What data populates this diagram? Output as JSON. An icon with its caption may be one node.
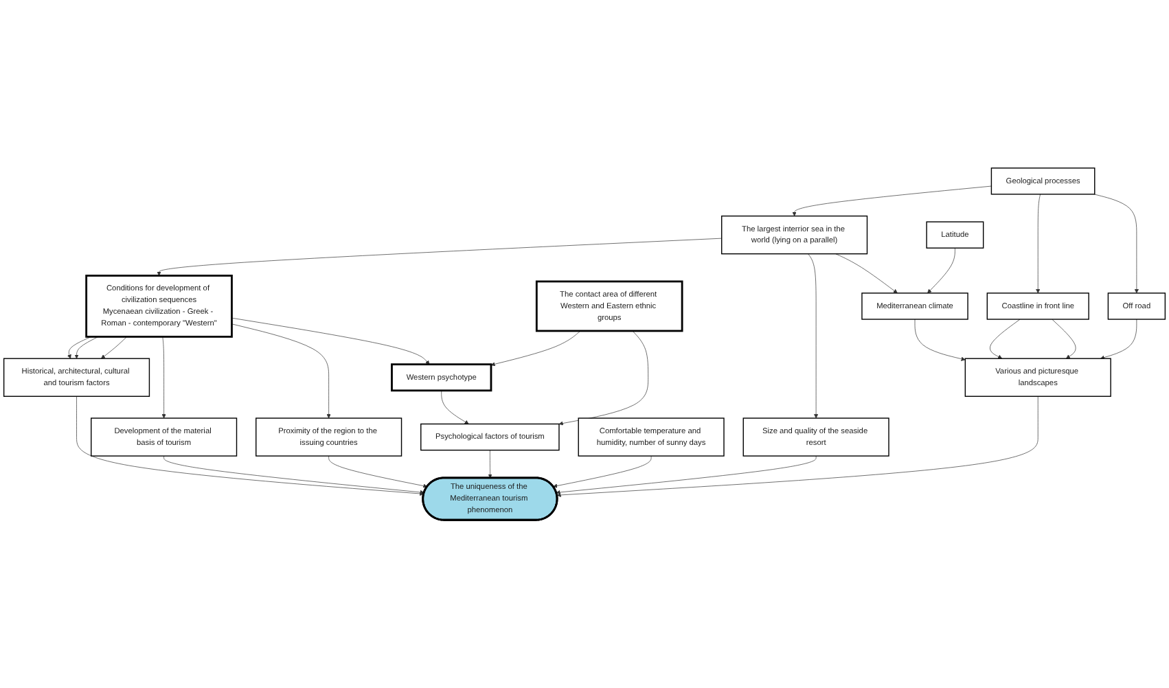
{
  "diagram": {
    "nodes": [
      {
        "text": [
          "Conditions for development of civilization sequences",
          "Mycenaean civilization - Greek - Roman - contemporary \"Western\""
        ]
      },
      {
        "text": [
          "Western psychotype"
        ]
      },
      {
        "text": [
          "The contact area of different Western and Eastern ethnic groups"
        ]
      },
      {
        "text": [
          "Historical, architectural, cultural and tourism factors"
        ]
      },
      {
        "text": [
          "Development of the material basis of tourism"
        ]
      },
      {
        "text": [
          "Proximity of the region to the issuing countries"
        ]
      },
      {
        "text": [
          "Psychological factors of tourism"
        ]
      },
      {
        "text": [
          "The uniqueness of the Mediterranean tourism phenomenon"
        ]
      },
      {
        "text": [
          "Various and picturesque landscapes"
        ]
      },
      {
        "text": [
          "Size and quality of the seaside resort"
        ]
      },
      {
        "text": [
          "Comfortable temperature and humidity, number of sunny days"
        ]
      },
      {
        "text": [
          "The largest interrior sea in the world (lying on a parallel)"
        ]
      },
      {
        "text": [
          "Coastline in front line"
        ]
      },
      {
        "text": [
          "Off road"
        ]
      },
      {
        "text": [
          "Mediterranean climate"
        ]
      },
      {
        "text": [
          "Geological processes"
        ]
      },
      {
        "text": [
          "Latitude"
        ]
      }
    ],
    "edges": [
      {
        "from": 0,
        "to": 3,
        "arrow": "to"
      },
      {
        "from": 0,
        "to": 3,
        "arrow": "to"
      },
      {
        "from": 0,
        "to": 3,
        "arrow": "to"
      },
      {
        "from": 0,
        "to": 4,
        "arrow": "to"
      },
      {
        "from": 0,
        "to": 5,
        "arrow": "to"
      },
      {
        "from": 0,
        "to": 1,
        "arrow": "to"
      },
      {
        "from": 2,
        "to": 1,
        "arrow": "to"
      },
      {
        "from": 1,
        "to": 6,
        "arrow": "to"
      },
      {
        "from": 2,
        "to": 6,
        "arrow": "to"
      },
      {
        "from": 3,
        "to": 7,
        "arrow": "to"
      },
      {
        "from": 4,
        "to": 7,
        "arrow": "to"
      },
      {
        "from": 5,
        "to": 7,
        "arrow": "to"
      },
      {
        "from": 6,
        "to": 7,
        "arrow": "to"
      },
      {
        "from": 8,
        "to": 7,
        "arrow": "to"
      },
      {
        "from": 9,
        "to": 7,
        "arrow": "to"
      },
      {
        "from": 10,
        "to": 7,
        "arrow": "to"
      },
      {
        "from": 11,
        "to": 0,
        "arrow": "to"
      },
      {
        "from": 11,
        "to": 9,
        "arrow": "to"
      },
      {
        "from": 12,
        "to": 8,
        "arrow": "to"
      },
      {
        "from": 12,
        "to": 8,
        "arrow": "to"
      },
      {
        "from": 13,
        "to": 8,
        "arrow": "to"
      },
      {
        "from": 14,
        "to": 8,
        "arrow": "to"
      },
      {
        "from": 11,
        "to": 14,
        "arrow": "to"
      },
      {
        "from": 15,
        "to": 11,
        "arrow": "to"
      },
      {
        "from": 15,
        "to": 12,
        "arrow": "to"
      },
      {
        "from": 15,
        "to": 13,
        "arrow": "to"
      },
      {
        "from": 16,
        "to": 14,
        "arrow": "to"
      }
    ]
  }
}
